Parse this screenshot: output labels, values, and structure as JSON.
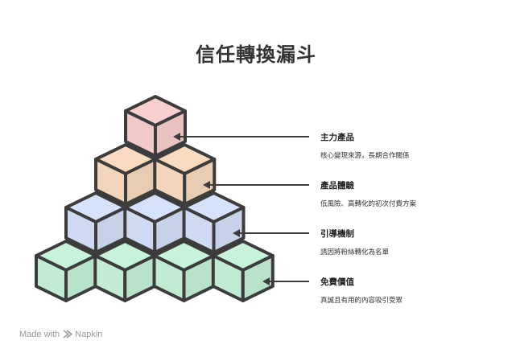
{
  "title": "信任轉換漏斗",
  "tiers": [
    {
      "label": "主力產品",
      "description": "核心變現來源，長期合作關係",
      "color": "#f9cfcf"
    },
    {
      "label": "產品體驗",
      "description": "低風險、高轉化的初次付費方案",
      "color": "#f9dcc0"
    },
    {
      "label": "引導機制",
      "description": "誘因將粉絲轉化為名單",
      "color": "#d6e2fb"
    },
    {
      "label": "免費價值",
      "description": "真誠且有用的內容吸引受眾",
      "color": "#c7f3da"
    }
  ],
  "footer": {
    "made_with": "Made with",
    "brand": "Napkin"
  },
  "colors": {
    "outline": "#3c3c3c",
    "text": "#333333"
  },
  "icons": {
    "footer_logo": "napkin-logo-icon",
    "pointer": "arrow-left-icon"
  }
}
